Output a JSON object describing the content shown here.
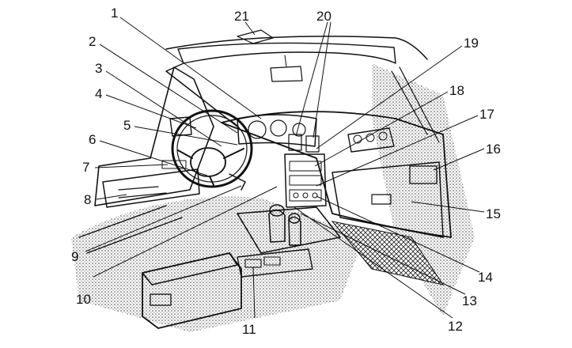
{
  "diagram": {
    "ink_color": "#111111",
    "paper_color": "#ffffff",
    "shade_color": "#bdbdbd",
    "callouts": [
      {
        "id": "1",
        "label": "1"
      },
      {
        "id": "2",
        "label": "2"
      },
      {
        "id": "3",
        "label": "3"
      },
      {
        "id": "4",
        "label": "4"
      },
      {
        "id": "5",
        "label": "5"
      },
      {
        "id": "6",
        "label": "6"
      },
      {
        "id": "7",
        "label": "7"
      },
      {
        "id": "8",
        "label": "8"
      },
      {
        "id": "9",
        "label": "9"
      },
      {
        "id": "10",
        "label": "10"
      },
      {
        "id": "11",
        "label": "11"
      },
      {
        "id": "12",
        "label": "12"
      },
      {
        "id": "13",
        "label": "13"
      },
      {
        "id": "14",
        "label": "14"
      },
      {
        "id": "15",
        "label": "15"
      },
      {
        "id": "16",
        "label": "16"
      },
      {
        "id": "17",
        "label": "17"
      },
      {
        "id": "18",
        "label": "18"
      },
      {
        "id": "19",
        "label": "19"
      },
      {
        "id": "20",
        "label": "20"
      },
      {
        "id": "21",
        "label": "21"
      }
    ]
  }
}
